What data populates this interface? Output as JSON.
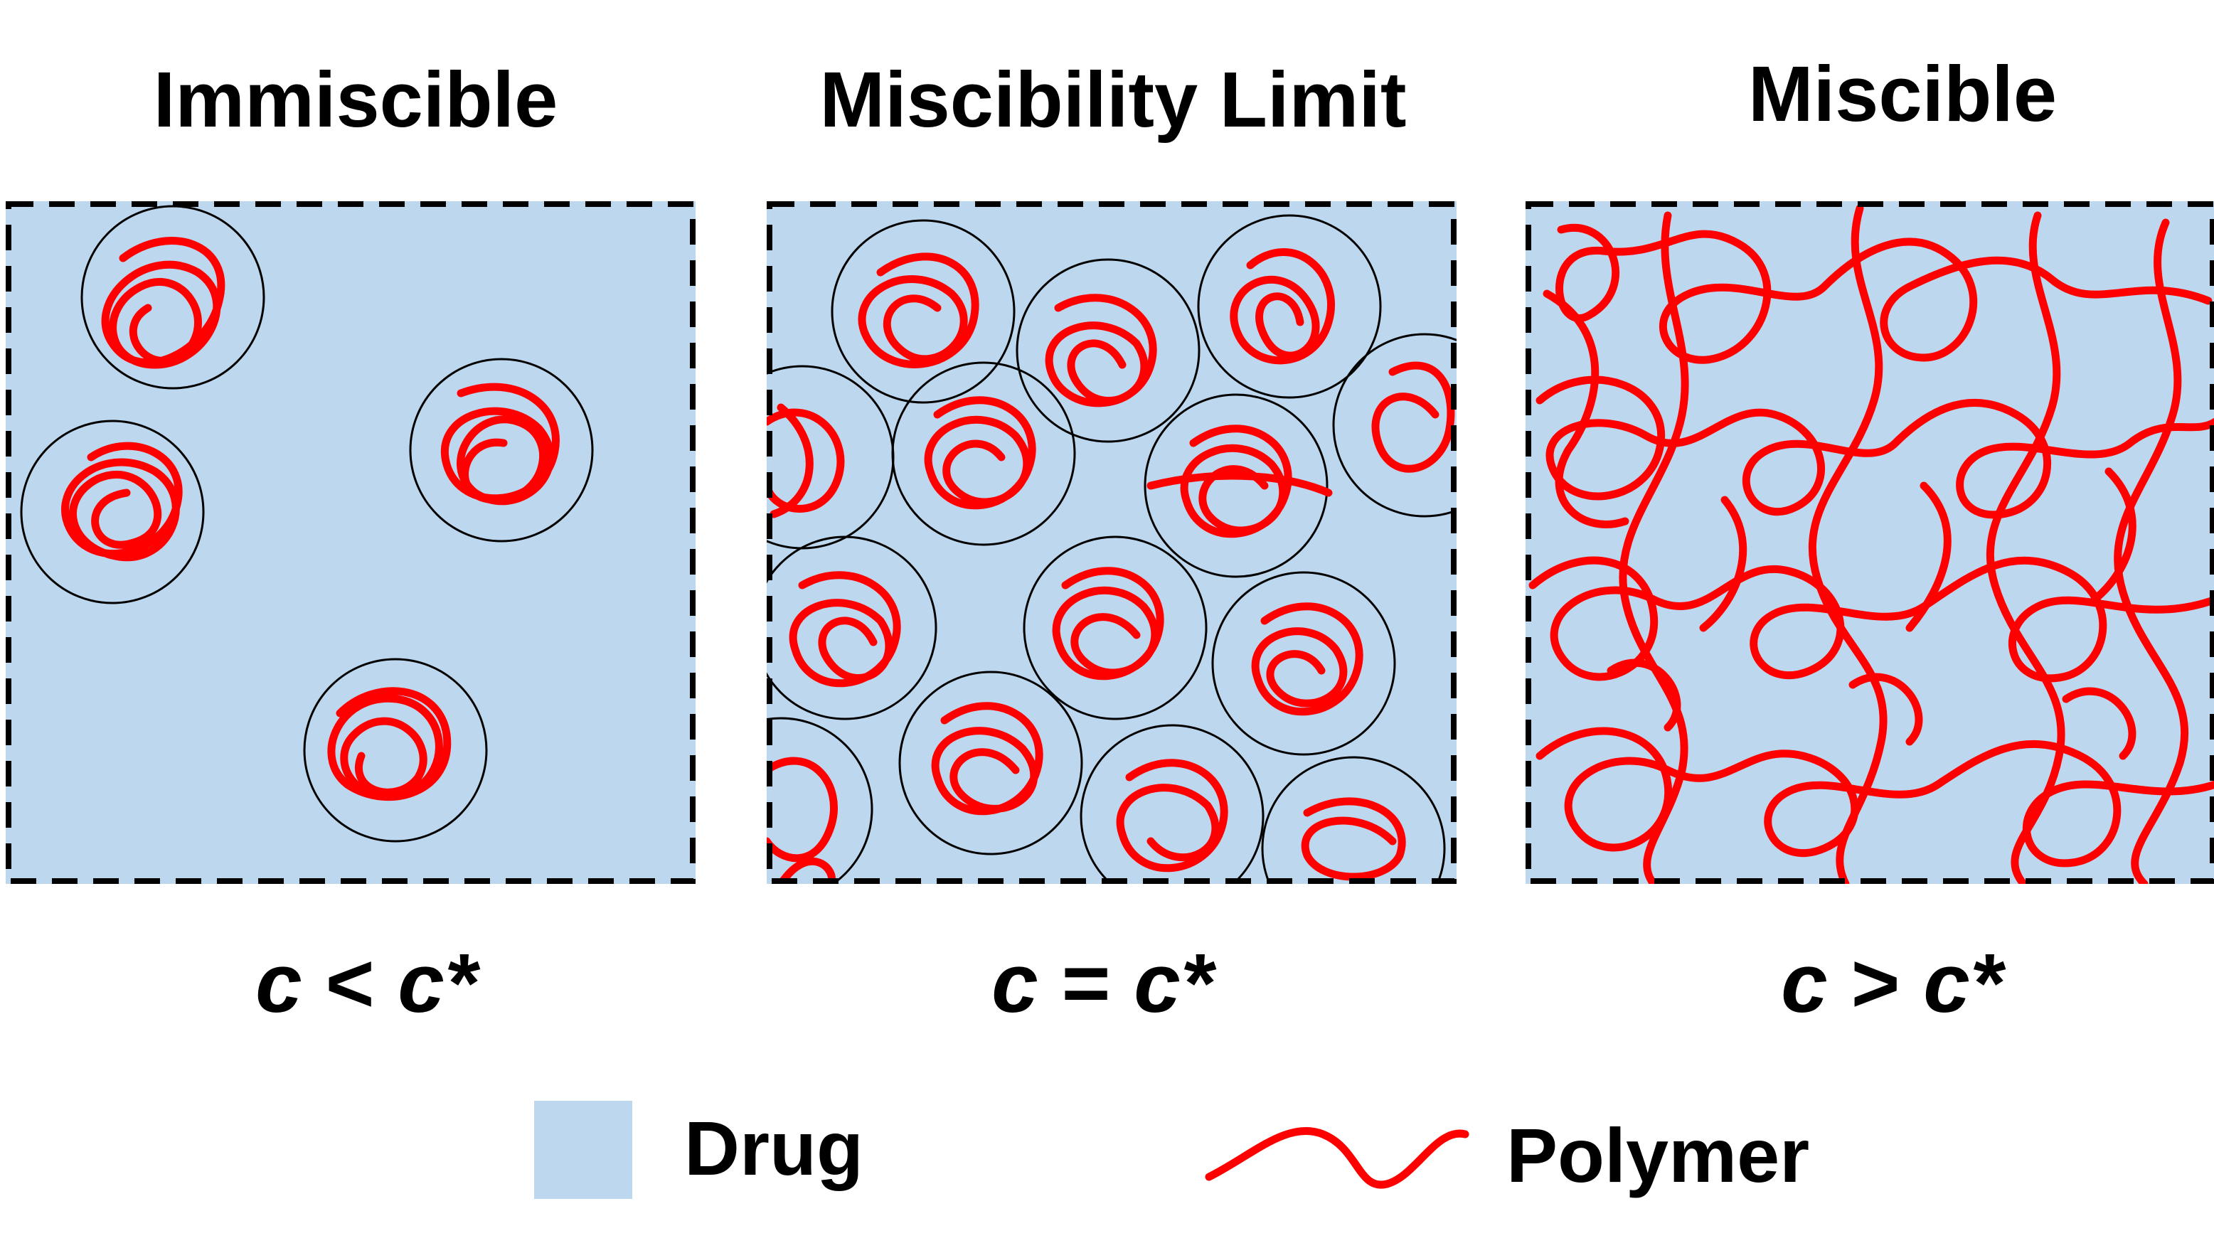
{
  "panels": [
    {
      "title": "Immiscible",
      "var": "c",
      "op": "<",
      "crit": "c*"
    },
    {
      "title": "Miscibility Limit",
      "var": "c",
      "op": "=",
      "crit": "c*"
    },
    {
      "title": "Miscible",
      "var": "c",
      "op": ">",
      "crit": "c*"
    }
  ],
  "legend": {
    "drug_label": "Drug",
    "polymer_label": "Polymer"
  },
  "colors": {
    "drug": "#bdd7ee",
    "polymer": "#ff0000",
    "border": "#000000"
  }
}
